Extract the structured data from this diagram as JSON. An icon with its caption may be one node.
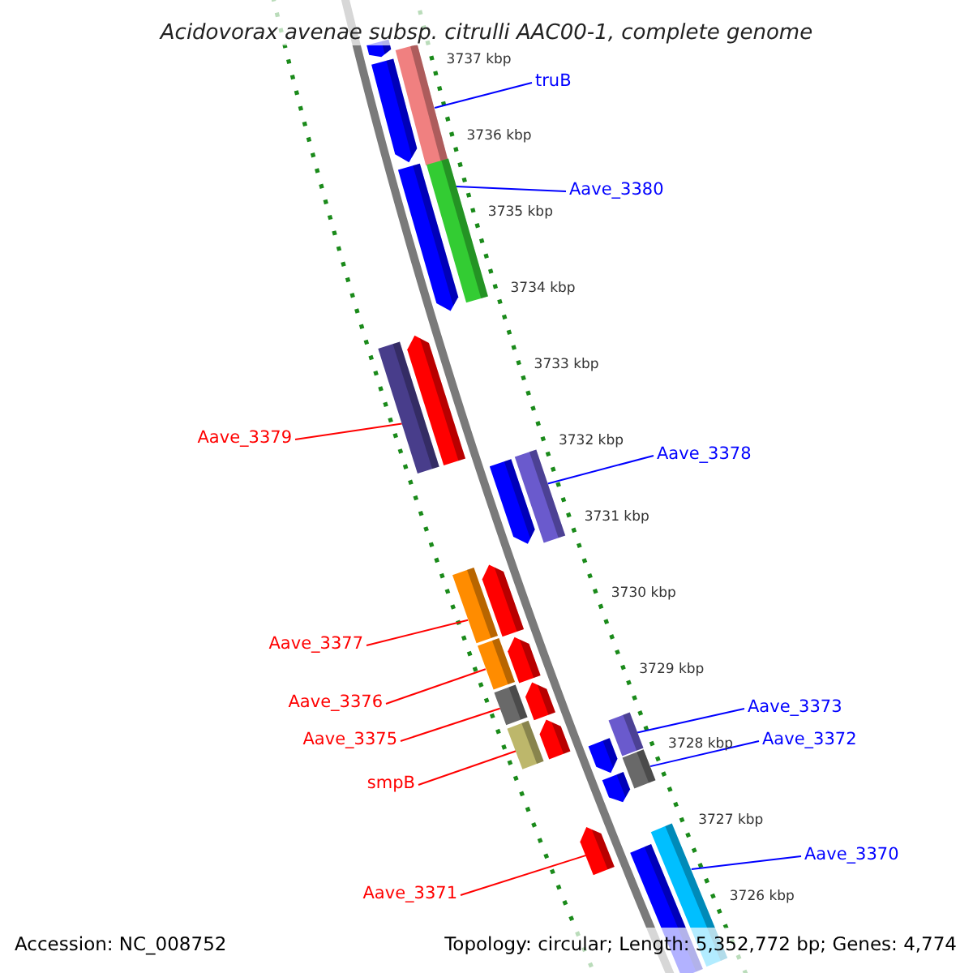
{
  "diagram": {
    "title": "Acidovorax avenae subsp. citrulli AAC00-1, complete genome",
    "nodes": [
      {
        "text": [
          "truB"
        ]
      },
      {
        "text": [
          "Aave_3380"
        ]
      },
      {
        "text": [
          "Aave_3379"
        ]
      },
      {
        "text": [
          "Aave_3378"
        ]
      },
      {
        "text": [
          "Aave_3377"
        ]
      },
      {
        "text": [
          "Aave_3376"
        ]
      },
      {
        "text": [
          "Aave_3373"
        ]
      },
      {
        "text": [
          "Aave_3372"
        ]
      },
      {
        "text": [
          "Aave_3375"
        ]
      },
      {
        "text": [
          "smpB"
        ]
      },
      {
        "text": [
          "Aave_3370"
        ]
      },
      {
        "text": [
          "Aave_3371"
        ]
      },
      {
        "text": [],
        "shape": "bar"
      },
      {
        "text": [],
        "shape": "bar"
      },
      {
        "text": [],
        "shape": "bar"
      },
      {
        "text": [],
        "shape": "bar"
      },
      {
        "text": [],
        "shape": "bar"
      },
      {
        "text": [],
        "shape": "bar"
      },
      {
        "text": [],
        "shape": "bar"
      },
      {
        "text": [],
        "shape": "bar"
      },
      {
        "text": [],
        "shape": "bar"
      },
      {
        "text": [],
        "shape": "bar"
      },
      {
        "text": [],
        "shape": "bar"
      },
      {
        "text": [],
        "shape": "bar"
      },
      {
        "text": [],
        "shape": "bar"
      },
      {
        "text": [],
        "shape": "bar"
      },
      {
        "text": [],
        "shape": "bar"
      },
      {
        "text": [],
        "shape": "bar"
      },
      {
        "text": [],
        "shape": "bar"
      },
      {
        "text": [],
        "shape": "bar"
      },
      {
        "text": [],
        "shape": "bar"
      },
      {
        "text": [],
        "shape": "bar"
      },
      {
        "text": [],
        "shape": "bar"
      },
      {
        "text": [],
        "shape": "bar"
      },
      {
        "text": [],
        "shape": "bar"
      },
      {
        "text": [],
        "shape": "bar"
      }
    ],
    "edges": [
      {
        "from": 0,
        "to": 15,
        "arrow": "none"
      },
      {
        "from": 1,
        "to": 16,
        "arrow": "none"
      },
      {
        "from": 2,
        "to": 17,
        "arrow": "none",
        "color": "#ff0000"
      },
      {
        "from": 3,
        "to": 20,
        "arrow": "none"
      },
      {
        "from": 4,
        "to": 21,
        "arrow": "none",
        "color": "#ff0000"
      },
      {
        "from": 5,
        "to": 22,
        "arrow": "none",
        "color": "#ff0000"
      },
      {
        "from": 6,
        "to": 32,
        "arrow": "none"
      },
      {
        "from": 7,
        "to": 33,
        "arrow": "none"
      },
      {
        "from": 8,
        "to": 23,
        "arrow": "none",
        "color": "#ff0000"
      },
      {
        "from": 9,
        "to": 24,
        "arrow": "none",
        "color": "#ff0000"
      },
      {
        "from": 10,
        "to": 35,
        "arrow": "none"
      },
      {
        "from": 11,
        "to": 29,
        "arrow": "none",
        "color": "#ff0000"
      }
    ],
    "labels": [
      "3737 kbp",
      "3736 kbp",
      "3735 kbp",
      "3734 kbp",
      "3733 kbp",
      "3732 kbp",
      "3731 kbp",
      "3730 kbp",
      "3729 kbp",
      "3728 kbp",
      "3727 kbp",
      "3726 kbp",
      "Accession: NC_008752",
      "Topology: circular; Length: 5,352,772 bp; Genes: 4,774"
    ]
  }
}
